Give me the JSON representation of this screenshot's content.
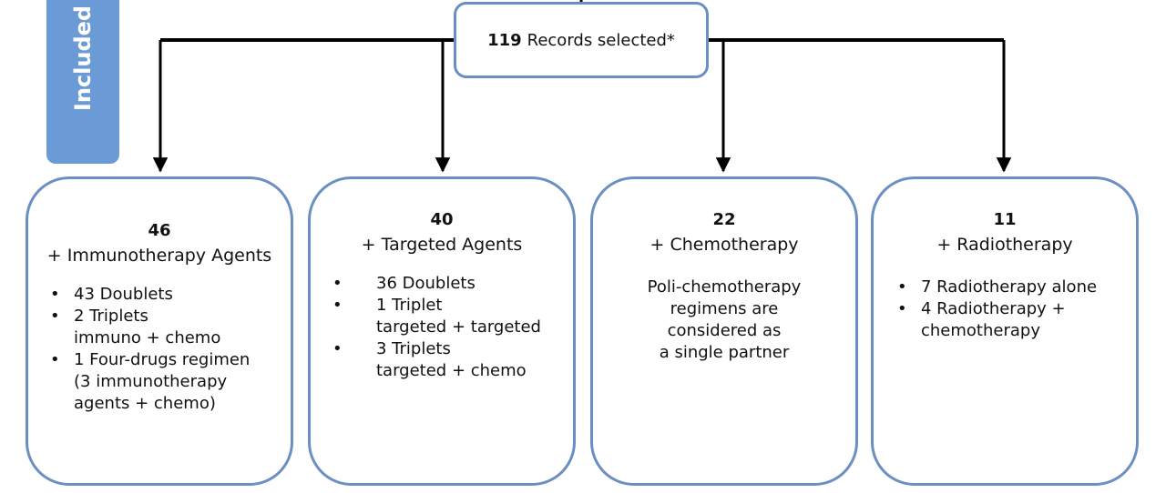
{
  "side_tab": {
    "label": "Included",
    "color": "#6b9bd6"
  },
  "top_box": {
    "count": "119",
    "label": "Records selected*"
  },
  "cards": [
    {
      "count": "46",
      "title": "+ Immunotherapy Agents",
      "items": [
        {
          "text": "43 Doublets",
          "lines": []
        },
        {
          "text": "2 Triplets",
          "lines": [
            "immuno + chemo"
          ]
        },
        {
          "text": "1 Four-drugs regimen",
          "lines": [
            "(3 immunotherapy",
            "agents + chemo)"
          ]
        }
      ]
    },
    {
      "count": "40",
      "title": "+ Targeted Agents",
      "items": [
        {
          "text": "36 Doublets",
          "lines": []
        },
        {
          "text": "1 Triplet",
          "lines": [
            "targeted + targeted"
          ]
        },
        {
          "text": "3 Triplets",
          "lines": [
            "targeted + chemo"
          ]
        }
      ]
    },
    {
      "count": "22",
      "title": "+ Chemotherapy",
      "body_lines": [
        "Poli-chemotherapy",
        "regimens are",
        "considered as",
        "a single partner"
      ]
    },
    {
      "count": "11",
      "title": "+ Radiotherapy",
      "items": [
        {
          "text": "7 Radiotherapy alone",
          "lines": []
        },
        {
          "text": "4 Radiotherapy +",
          "lines": [
            "chemotherapy"
          ]
        }
      ]
    }
  ],
  "colors": {
    "box_border": "#6b8fc2",
    "connector": "#000000"
  }
}
